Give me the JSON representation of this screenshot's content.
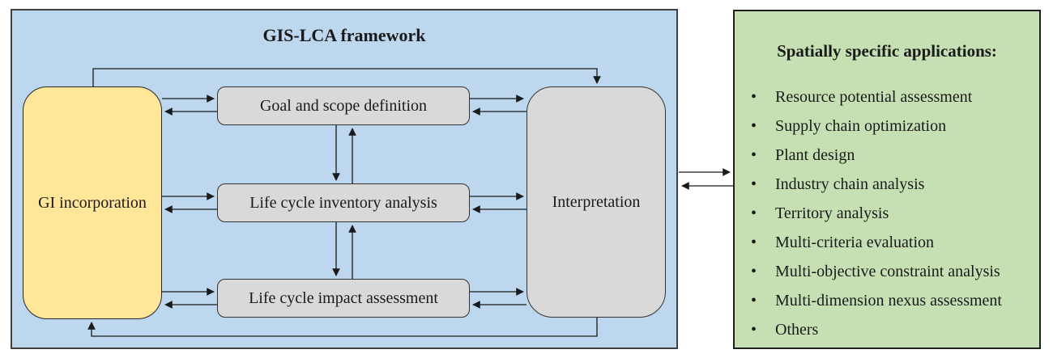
{
  "framework_panel": {
    "title": "GIS-LCA framework",
    "bg_color": "#BDD7EE",
    "border_color": "#404040",
    "nodes": {
      "gi": {
        "label": "GI incorporation",
        "bg_color": "#FFE699"
      },
      "goal": {
        "label": "Goal and scope definition",
        "bg_color": "#D9D9D9"
      },
      "lci": {
        "label": "Life cycle inventory analysis",
        "bg_color": "#D9D9D9"
      },
      "lcia": {
        "label": "Life cycle impact assessment",
        "bg_color": "#D9D9D9"
      },
      "interpretation": {
        "label": "Interpretation",
        "bg_color": "#D9D9D9"
      }
    }
  },
  "applications_panel": {
    "title": "Spatially specific applications:",
    "bg_color": "#C6E0B4",
    "items": [
      "Resource potential assessment",
      "Supply chain optimization",
      "Plant design",
      "Industry chain analysis",
      "Territory analysis",
      "Multi-criteria evaluation",
      "Multi-objective constraint analysis",
      "Multi-dimension nexus assessment",
      "Others"
    ]
  },
  "colors": {
    "arrow_line": "#1a1a1a",
    "page_bg": "#ffffff"
  }
}
